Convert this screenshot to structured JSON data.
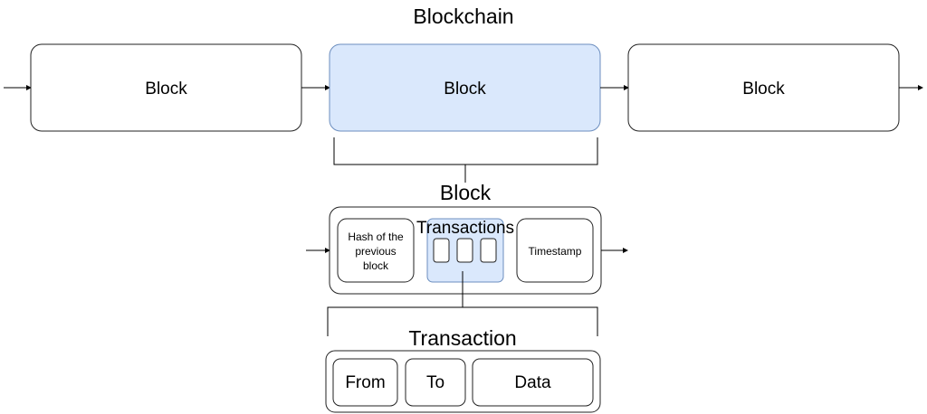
{
  "blockchain": {
    "title": "Blockchain",
    "blocks": [
      "Block",
      "Block",
      "Block"
    ]
  },
  "block": {
    "title": "Block",
    "hash_lines": [
      "Hash of the",
      "previous",
      "block"
    ],
    "transactions_label": "Transactions",
    "timestamp": "Timestamp"
  },
  "transaction": {
    "title": "Transaction",
    "fields": [
      "From",
      "To",
      "Data"
    ]
  },
  "colors": {
    "highlight_fill": "#dae8fc",
    "highlight_stroke": "#6c8ebf",
    "box_stroke": "#222222"
  }
}
